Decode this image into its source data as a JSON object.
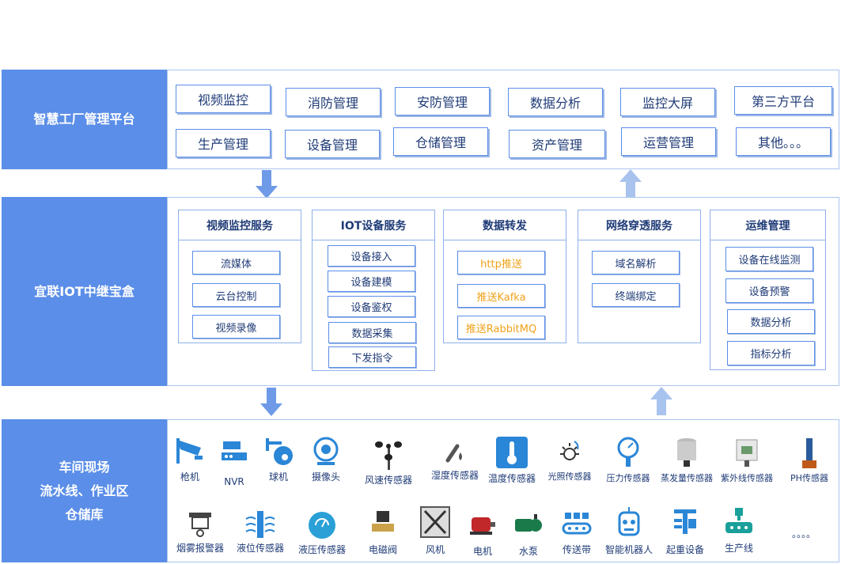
{
  "bands": {
    "top": {
      "title": "智慧工厂管理平台"
    },
    "middle": {
      "title": "宜联IOT中继宝盒"
    },
    "bottom": {
      "line1": "车间现场",
      "line2": "流水线、作业区",
      "line3": "仓储库"
    }
  },
  "platform_buttons": [
    "视频监控",
    "消防管理",
    "安防管理",
    "数据分析",
    "监控大屏",
    "第三方平台",
    "生产管理",
    "设备管理",
    "仓储管理",
    "资产管理",
    "运营管理",
    "其他。。。"
  ],
  "services": [
    {
      "title": "视频监控服务",
      "items": [
        "流媒体",
        "云台控制",
        "视频录像"
      ]
    },
    {
      "title": "IOT设备服务",
      "items": [
        "设备接入",
        "设备建模",
        "设备鉴权",
        "数据采集",
        "下发指令"
      ]
    },
    {
      "title": "数据转发",
      "items": [
        "http推送",
        "推送Kafka",
        "推送RabbitMQ"
      ]
    },
    {
      "title": "网络穿透服务",
      "items": [
        "域名解析",
        "终端绑定"
      ]
    },
    {
      "title": "运维管理",
      "items": [
        "设备在线监测",
        "设备预警",
        "数据分析",
        "指标分析"
      ]
    }
  ],
  "devices_row1": [
    "枪机",
    "NVR",
    "球机",
    "摄像头",
    "风速传感器",
    "湿度传感器",
    "温度传感器",
    "光照传感器",
    "压力传感器",
    "蒸发量传感器",
    "紫外线传感器",
    "PH传感器"
  ],
  "devices_row2": [
    "烟雾报警器",
    "液位传感器",
    "液压传感器",
    "电磁阀",
    "风机",
    "电机",
    "水泵",
    "传送带",
    "智能机器人",
    "起重设备",
    "生产线"
  ],
  "ellipsis": "。。。。",
  "colors": {
    "accent": "#5b8ee8",
    "text": "#1f3b77",
    "highlight": "#f0a21a"
  }
}
